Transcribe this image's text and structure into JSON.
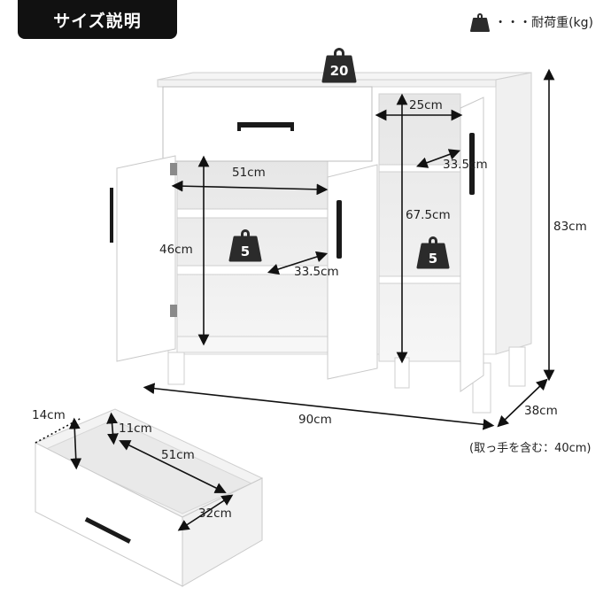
{
  "header": {
    "title": "サイズ説明",
    "legend_icon": "weight-icon",
    "legend_text": "・・・耐荷重(kg)"
  },
  "weights": {
    "top": "20",
    "left_shelf": "5",
    "right_shelf": "5"
  },
  "dimensions": {
    "width": "90cm",
    "depth": "38cm",
    "height": "83cm",
    "depth_note": "(取っ手を含む：40cm)",
    "left_inner_width": "51cm",
    "left_shelf_depth": "33.5cm",
    "left_inner_height": "46cm",
    "right_inner_width": "25cm",
    "right_shelf_depth": "33.5cm",
    "right_inner_height": "67.5cm",
    "drawer_outer_height": "14cm",
    "drawer_inner_height": "11cm",
    "drawer_inner_width": "51cm",
    "drawer_inner_depth": "32cm"
  },
  "colors": {
    "accent": "#111111",
    "cabinet": "#ffffff",
    "cabinet_edge": "#cfcfcf",
    "interior": "#ececec",
    "handle": "#1a1a1a",
    "weight_icon": "#2b2b2b"
  }
}
